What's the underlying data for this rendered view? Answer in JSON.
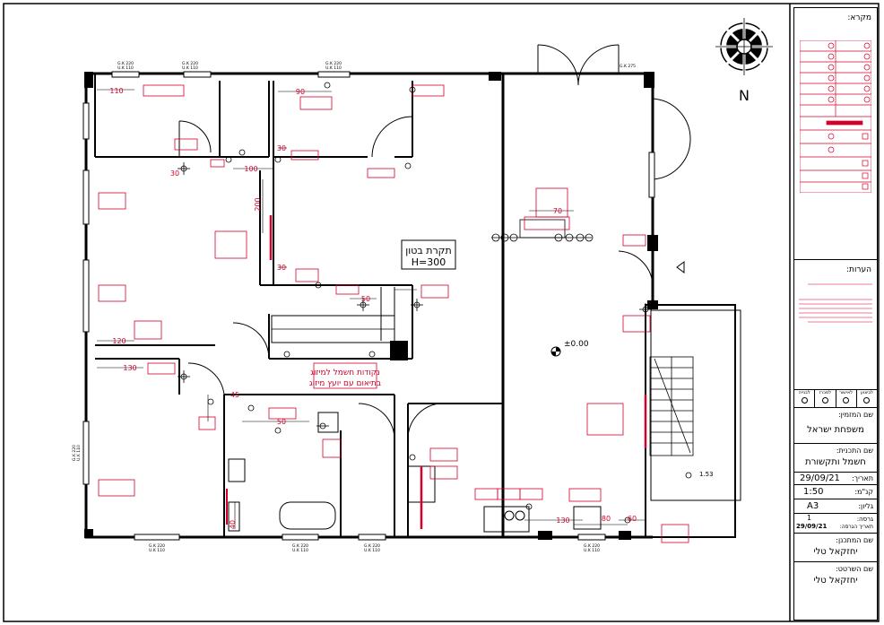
{
  "annotations": {
    "concrete_ceiling": "תקרת בטון",
    "height": "H=300",
    "ac_note_1": "נקודות חשמל למיזוג",
    "ac_note_2": "בתיאום עם יועץ מיזוג",
    "level": "±0.00",
    "north": "N",
    "small_label": "1.53"
  },
  "dimensions": [
    "110",
    "90",
    "100",
    "30",
    "30",
    "200",
    "30",
    "50",
    "120",
    "130",
    "70",
    "45",
    "50",
    "40",
    "130",
    "80",
    "60"
  ],
  "window_tags": [
    "G.K 220",
    "U.K 110",
    "G.K 220",
    "U.K 110",
    "G.K 220",
    "U.K 110",
    "G.K 220",
    "U.K 110",
    "G.K 220",
    "U.K 110",
    "G.K 220",
    "U.K 110",
    "G.K 275",
    "G.K 220",
    "U.K 110",
    "G.K 220",
    "U.K 110"
  ],
  "title_block": {
    "legend_title": "מקרא:",
    "notes_title": "הערות:",
    "revision_cols": [
      "לביצוע",
      "לאישור",
      "למכרז",
      "לבנייה"
    ],
    "client_label": "שם המזמין:",
    "client_value": "משפחת ישראל",
    "plan_label": "שם התכנית:",
    "plan_value": "חשמל ותקשורת",
    "date_label": "תאריך:",
    "date_value": "29/09/21",
    "scale_label": "קנ\"מ:",
    "scale_value": "1:50",
    "sheet_label": "גליון:",
    "sheet_value": "A3",
    "version_label": "גרסה:",
    "version_value": "1",
    "version_date_label": "תאריך הגרסה:",
    "version_date_value": "29/09/21",
    "designer_label": "שם המתכנן:",
    "designer_value": "יחזקאל טלי",
    "drafter_label": "שם השרטט:",
    "drafter_value": "יחזקאל טלי"
  },
  "colors": {
    "wall": "#000000",
    "electric": "#d4002a",
    "line": "#111111"
  }
}
